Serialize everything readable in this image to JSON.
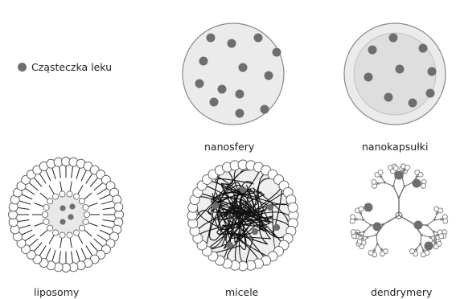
{
  "legend": {
    "label": "Cząsteczka leku",
    "color": "#6e6e6e"
  },
  "labels": {
    "nanospheres": "nanosfery",
    "nanocapsules": "nanokapsułki",
    "liposomes": "liposomy",
    "micelles": "micele",
    "dendrimers": "dendrymery"
  },
  "colors": {
    "drug": "#6e6e6e",
    "sphere_fill": "#ebebeb",
    "capsule_inner": "#dedede",
    "outline": "#888888",
    "lipid_head": "#ffffff",
    "lipid_tail": "#222222"
  }
}
